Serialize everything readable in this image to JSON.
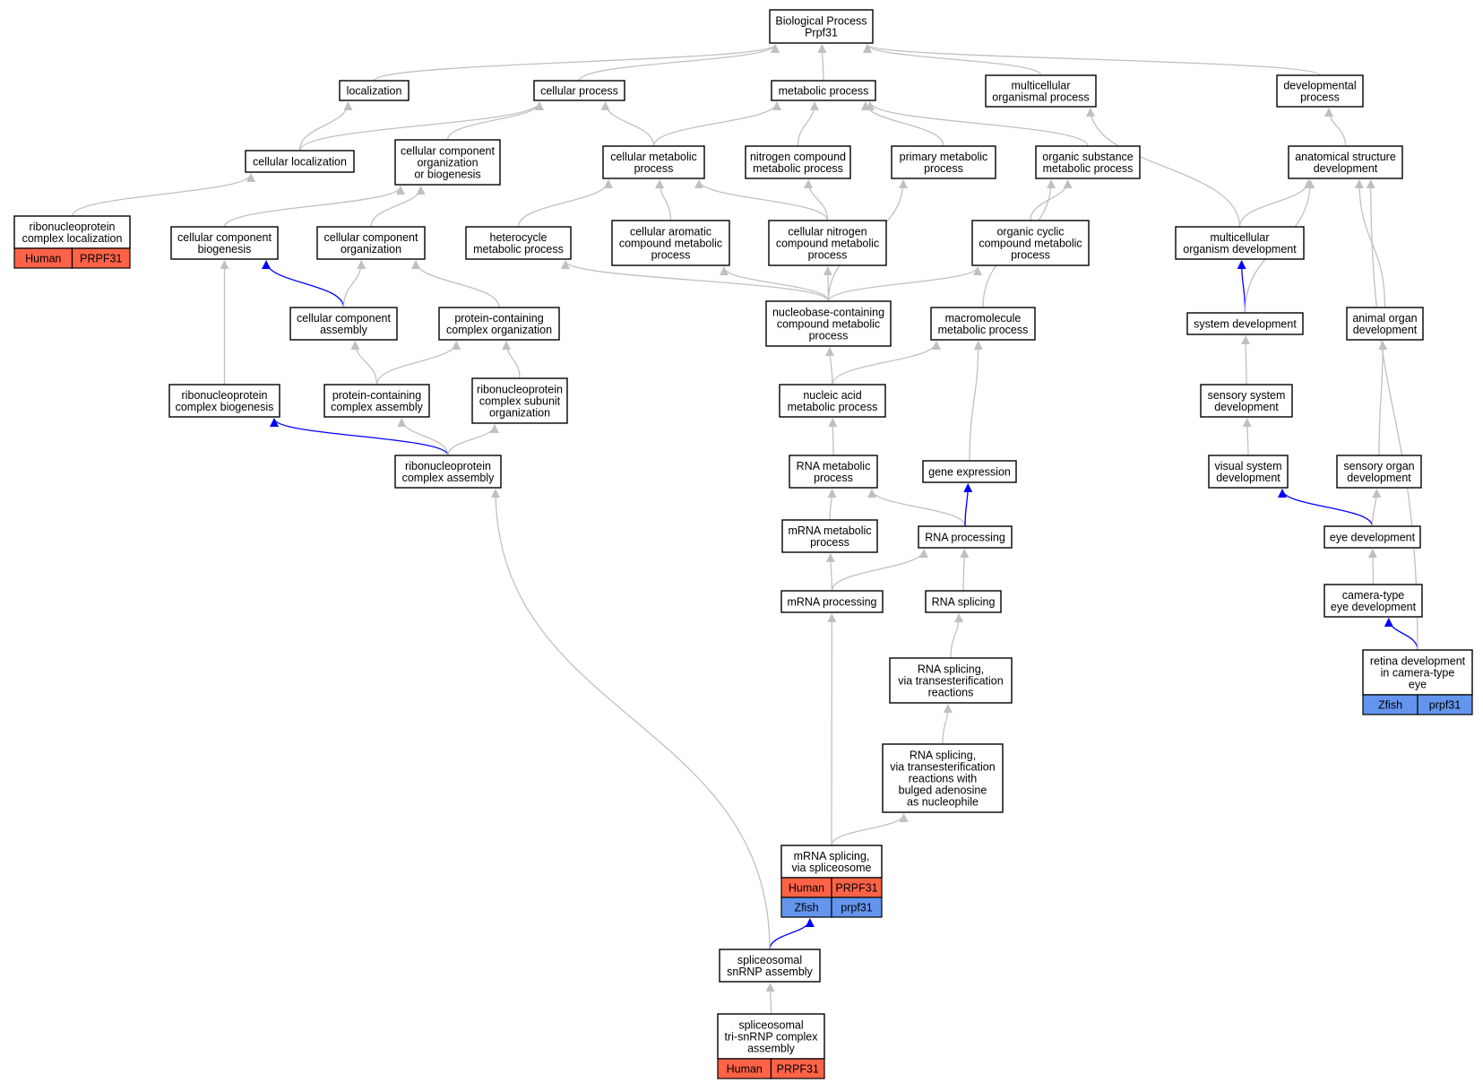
{
  "diagram": {
    "colors": {
      "edge_default": "#c0c0c0",
      "edge_highlight": "#0000ff",
      "human": "#ff6347",
      "zfish": "#6495ed",
      "node_border": "#000000"
    },
    "nodes": [
      {
        "id": "bp",
        "lines": [
          "Biological Process",
          "Prpf31"
        ]
      },
      {
        "id": "loc",
        "lines": [
          "localization"
        ]
      },
      {
        "id": "cp",
        "lines": [
          "cellular process"
        ]
      },
      {
        "id": "mp",
        "lines": [
          "metabolic process"
        ]
      },
      {
        "id": "mop",
        "lines": [
          "multicellular",
          "organismal process"
        ]
      },
      {
        "id": "dp",
        "lines": [
          "developmental",
          "process"
        ]
      },
      {
        "id": "cloc",
        "lines": [
          "cellular localization"
        ]
      },
      {
        "id": "ccob",
        "lines": [
          "cellular component",
          "organization",
          "or biogenesis"
        ]
      },
      {
        "id": "cmp",
        "lines": [
          "cellular metabolic",
          "process"
        ]
      },
      {
        "id": "ncmp",
        "lines": [
          "nitrogen compound",
          "metabolic process"
        ]
      },
      {
        "id": "pmp",
        "lines": [
          "primary metabolic",
          "process"
        ]
      },
      {
        "id": "osmp",
        "lines": [
          "organic substance",
          "metabolic process"
        ]
      },
      {
        "id": "asd",
        "lines": [
          "anatomical structure",
          "development"
        ]
      },
      {
        "id": "rnpcl",
        "lines": [
          "ribonucleoprotein",
          "complex localization"
        ],
        "species": [
          [
            "Human",
            "PRPF31"
          ]
        ]
      },
      {
        "id": "ccb",
        "lines": [
          "cellular component",
          "biogenesis"
        ]
      },
      {
        "id": "cco",
        "lines": [
          "cellular component",
          "organization"
        ]
      },
      {
        "id": "hmp",
        "lines": [
          "heterocycle",
          "metabolic process"
        ]
      },
      {
        "id": "cacmp",
        "lines": [
          "cellular aromatic",
          "compound metabolic",
          "process"
        ]
      },
      {
        "id": "cncmp",
        "lines": [
          "cellular nitrogen",
          "compound metabolic",
          "process"
        ]
      },
      {
        "id": "occmp",
        "lines": [
          "organic cyclic",
          "compound metabolic",
          "process"
        ]
      },
      {
        "id": "mod",
        "lines": [
          "multicellular",
          "organism development"
        ]
      },
      {
        "id": "cca",
        "lines": [
          "cellular component",
          "assembly"
        ]
      },
      {
        "id": "pcco",
        "lines": [
          "protein-containing",
          "complex organization"
        ]
      },
      {
        "id": "nbccmp",
        "lines": [
          "nucleobase-containing",
          "compound metabolic",
          "process"
        ]
      },
      {
        "id": "mmp",
        "lines": [
          "macromolecule",
          "metabolic process"
        ]
      },
      {
        "id": "sd",
        "lines": [
          "system development"
        ]
      },
      {
        "id": "aod",
        "lines": [
          "animal organ",
          "development"
        ]
      },
      {
        "id": "rnpcb",
        "lines": [
          "ribonucleoprotein",
          "complex biogenesis"
        ]
      },
      {
        "id": "pcca",
        "lines": [
          "protein-containing",
          "complex assembly"
        ]
      },
      {
        "id": "rnpcso",
        "lines": [
          "ribonucleoprotein",
          "complex subunit",
          "organization"
        ]
      },
      {
        "id": "namp",
        "lines": [
          "nucleic acid",
          "metabolic process"
        ]
      },
      {
        "id": "ssd",
        "lines": [
          "sensory system",
          "development"
        ]
      },
      {
        "id": "rnpca",
        "lines": [
          "ribonucleoprotein",
          "complex assembly"
        ]
      },
      {
        "id": "rmp",
        "lines": [
          "RNA metabolic",
          "process"
        ]
      },
      {
        "id": "ge",
        "lines": [
          "gene expression"
        ]
      },
      {
        "id": "vsd",
        "lines": [
          "visual system",
          "development"
        ]
      },
      {
        "id": "sod",
        "lines": [
          "sensory organ",
          "development"
        ]
      },
      {
        "id": "mrmp",
        "lines": [
          "mRNA metabolic",
          "process"
        ]
      },
      {
        "id": "rp",
        "lines": [
          "RNA processing"
        ]
      },
      {
        "id": "ed",
        "lines": [
          "eye development"
        ]
      },
      {
        "id": "mrp",
        "lines": [
          "mRNA processing"
        ]
      },
      {
        "id": "rs",
        "lines": [
          "RNA splicing"
        ]
      },
      {
        "id": "cted",
        "lines": [
          "camera-type",
          "eye development"
        ]
      },
      {
        "id": "rstr",
        "lines": [
          "RNA splicing,",
          "via transesterification",
          "reactions"
        ]
      },
      {
        "id": "rdcte",
        "lines": [
          "retina development",
          "in camera-type",
          "eye"
        ],
        "species": [
          [
            "Zfish",
            "prpf31"
          ]
        ]
      },
      {
        "id": "rstrba",
        "lines": [
          "RNA splicing,",
          "via transesterification",
          "reactions with",
          "bulged adenosine",
          "as nucleophile"
        ]
      },
      {
        "id": "msvs",
        "lines": [
          "mRNA splicing,",
          "via spliceosome"
        ],
        "species": [
          [
            "Human",
            "PRPF31"
          ],
          [
            "Zfish",
            "prpf31"
          ]
        ]
      },
      {
        "id": "ssa",
        "lines": [
          "spliceosomal",
          "snRNP assembly"
        ]
      },
      {
        "id": "ststa",
        "lines": [
          "spliceosomal",
          "tri-snRNP complex",
          "assembly"
        ],
        "species": [
          [
            "Human",
            "PRPF31"
          ]
        ]
      }
    ],
    "edges": [
      {
        "from": "loc",
        "to": "bp"
      },
      {
        "from": "cp",
        "to": "bp"
      },
      {
        "from": "mp",
        "to": "bp"
      },
      {
        "from": "mop",
        "to": "bp"
      },
      {
        "from": "dp",
        "to": "bp"
      },
      {
        "from": "cloc",
        "to": "loc"
      },
      {
        "from": "cloc",
        "to": "cp"
      },
      {
        "from": "ccob",
        "to": "cp"
      },
      {
        "from": "cmp",
        "to": "cp"
      },
      {
        "from": "cmp",
        "to": "mp"
      },
      {
        "from": "ncmp",
        "to": "mp"
      },
      {
        "from": "pmp",
        "to": "mp"
      },
      {
        "from": "osmp",
        "to": "mp"
      },
      {
        "from": "asd",
        "to": "dp"
      },
      {
        "from": "rnpcl",
        "to": "cloc"
      },
      {
        "from": "ccb",
        "to": "ccob"
      },
      {
        "from": "cco",
        "to": "ccob"
      },
      {
        "from": "hmp",
        "to": "cmp"
      },
      {
        "from": "cacmp",
        "to": "cmp"
      },
      {
        "from": "cncmp",
        "to": "cmp"
      },
      {
        "from": "cncmp",
        "to": "ncmp"
      },
      {
        "from": "occmp",
        "to": "osmp"
      },
      {
        "from": "mod",
        "to": "mop"
      },
      {
        "from": "mod",
        "to": "asd"
      },
      {
        "from": "cca",
        "to": "ccb",
        "highlight": true
      },
      {
        "from": "cca",
        "to": "cco"
      },
      {
        "from": "pcco",
        "to": "cco"
      },
      {
        "from": "nbccmp",
        "to": "hmp"
      },
      {
        "from": "nbccmp",
        "to": "cacmp"
      },
      {
        "from": "nbccmp",
        "to": "cncmp"
      },
      {
        "from": "nbccmp",
        "to": "occmp"
      },
      {
        "from": "nbccmp",
        "to": "pmp"
      },
      {
        "from": "mmp",
        "to": "osmp"
      },
      {
        "from": "sd",
        "to": "mod",
        "highlight": true
      },
      {
        "from": "sd",
        "to": "asd"
      },
      {
        "from": "aod",
        "to": "asd"
      },
      {
        "from": "rnpcb",
        "to": "ccb"
      },
      {
        "from": "pcca",
        "to": "cca"
      },
      {
        "from": "pcca",
        "to": "pcco"
      },
      {
        "from": "rnpcso",
        "to": "pcco"
      },
      {
        "from": "namp",
        "to": "nbccmp"
      },
      {
        "from": "namp",
        "to": "mmp"
      },
      {
        "from": "ssd",
        "to": "sd"
      },
      {
        "from": "rnpca",
        "to": "rnpcb",
        "highlight": true
      },
      {
        "from": "rnpca",
        "to": "pcca"
      },
      {
        "from": "rnpca",
        "to": "rnpcso"
      },
      {
        "from": "rmp",
        "to": "namp"
      },
      {
        "from": "ge",
        "to": "mmp"
      },
      {
        "from": "vsd",
        "to": "ssd"
      },
      {
        "from": "sod",
        "to": "aod"
      },
      {
        "from": "mrmp",
        "to": "rmp"
      },
      {
        "from": "rp",
        "to": "rmp"
      },
      {
        "from": "rp",
        "to": "ge",
        "highlight": true
      },
      {
        "from": "ed",
        "to": "vsd",
        "highlight": true
      },
      {
        "from": "ed",
        "to": "sod"
      },
      {
        "from": "mrp",
        "to": "mrmp"
      },
      {
        "from": "mrp",
        "to": "rp"
      },
      {
        "from": "rs",
        "to": "rp"
      },
      {
        "from": "cted",
        "to": "ed"
      },
      {
        "from": "rstr",
        "to": "rs"
      },
      {
        "from": "rdcte",
        "to": "cted",
        "highlight": true
      },
      {
        "from": "rdcte",
        "to": "asd"
      },
      {
        "from": "rstrba",
        "to": "rstr"
      },
      {
        "from": "msvs",
        "to": "mrp"
      },
      {
        "from": "msvs",
        "to": "rstrba"
      },
      {
        "from": "ssa",
        "to": "msvs",
        "highlight": true
      },
      {
        "from": "ssa",
        "to": "rnpca"
      },
      {
        "from": "ststa",
        "to": "ssa"
      }
    ]
  }
}
